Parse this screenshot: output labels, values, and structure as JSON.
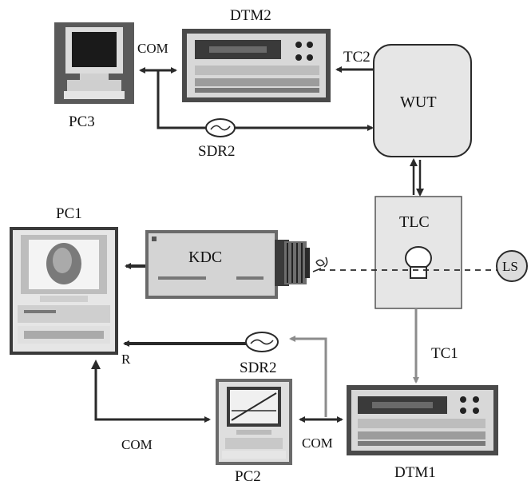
{
  "labels": {
    "dtm2": "DTM2",
    "pc3": "PC3",
    "com_top": "COM",
    "tc2": "TC2",
    "wut": "WUT",
    "sdr2_top": "SDR2",
    "pc1": "PC1",
    "kdc": "KDC",
    "tlc": "TLC",
    "ls": "LS",
    "r": "R",
    "sdr2_bottom": "SDR2",
    "tc1": "TC1",
    "com_left": "COM",
    "com_right": "COM",
    "pc2": "PC2",
    "dtm1": "DTM1"
  },
  "colors": {
    "line_dark": "#2a2a2a",
    "line_gray": "#8c8c8c",
    "box_fill": "#e6e6e6",
    "instrument_dark": "#4a4a4a"
  }
}
